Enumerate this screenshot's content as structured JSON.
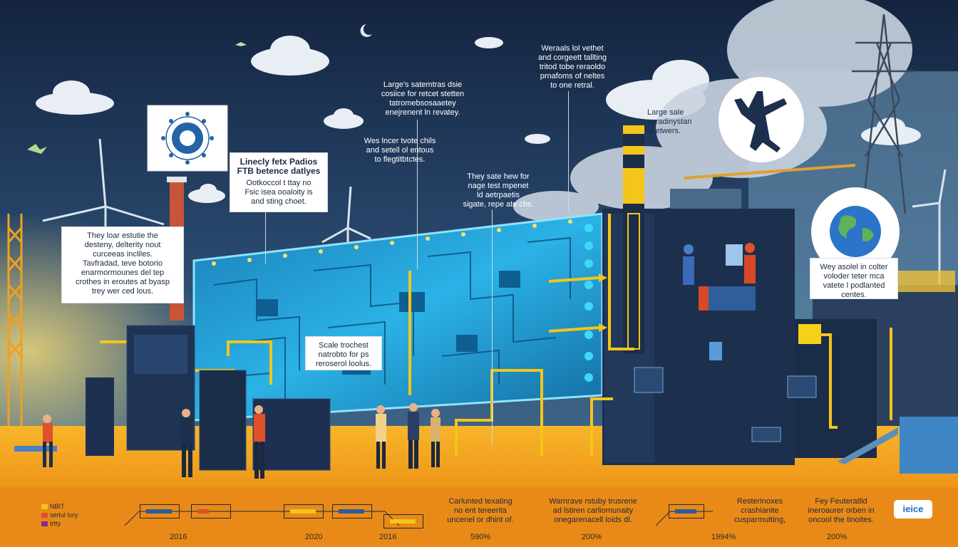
{
  "colors": {
    "sky": "#1d3353",
    "ground": "#f2a01c",
    "strip": "#e98a18",
    "panel_glow": "#39c6f0",
    "building": "#1c2f4d",
    "pipe": "#f4c51a",
    "accent_red": "#e0502a"
  },
  "callouts": {
    "left_box": {
      "lines": [
        "They loar estutie the",
        "desteny, delterity nout",
        "curceeas incliles.",
        "Tavfradad, teve botorio",
        "enarmormounes del tep",
        "crothes in eroutes at byasp",
        "trey wer ced lous."
      ]
    },
    "center_box": {
      "title_lines": [
        "Linecly fetx Padios",
        "FTB betence datlyes"
      ],
      "lines": [
        "Ootkoccol t ttay no",
        "Fsic isea ooaloity is",
        "and sting choet."
      ]
    },
    "scale_box": {
      "lines": [
        "Scale trochest",
        "natrobto for ps",
        "reroserol loolus."
      ]
    },
    "right_box": {
      "lines": [
        "Wey asolel in colter",
        "voloder teter mca",
        "vatete l podlanted",
        "centes."
      ]
    }
  },
  "annotations": {
    "top_center": [
      "Large's satemtras dsie",
      "cosiice for retcet stetten",
      "tatromebsosaaetey",
      "enejrenent ln revatey."
    ],
    "mid_center": [
      "Wes lncer tvote chils",
      "and setell ol entous",
      "to flegtitbtctes."
    ],
    "top_right": [
      "Weraals lol vethet",
      "and corgeett tallting",
      "tritod tobe reraoldo",
      "prnafoms of neltes",
      "to one retral."
    ],
    "big_right": [
      "They sate hew for",
      "nage test mpenet",
      "ld aetrpaetis",
      "sigate, repe ate chs."
    ],
    "far_right": [
      "Large sale",
      "varadinystan",
      "chetwers."
    ]
  },
  "legend": [
    {
      "label": "NBIT",
      "color": "#f4c51a"
    },
    {
      "label": "sertul tury",
      "color": "#e0502a"
    },
    {
      "label": "trtty",
      "color": "#7a2d8f"
    }
  ],
  "bottom_texts": [
    [
      "Carlunted texating",
      "no ent tereerita",
      "uncenel or dhint of."
    ],
    [
      "Warnrave rstuby trusrene",
      "ad lstiren carliomunaity",
      "onegarenacell loids dl."
    ],
    [
      "Resterinoxes",
      "crashianite",
      "cusparmutting,"
    ],
    [
      "Fey Feuteratlid",
      "ineroaurer orben in",
      "oncool the tinoites."
    ]
  ],
  "years": [
    "2016",
    "2020",
    "2016",
    "590%",
    "200%",
    "1994%",
    "200%"
  ],
  "logo_text": "ieice"
}
